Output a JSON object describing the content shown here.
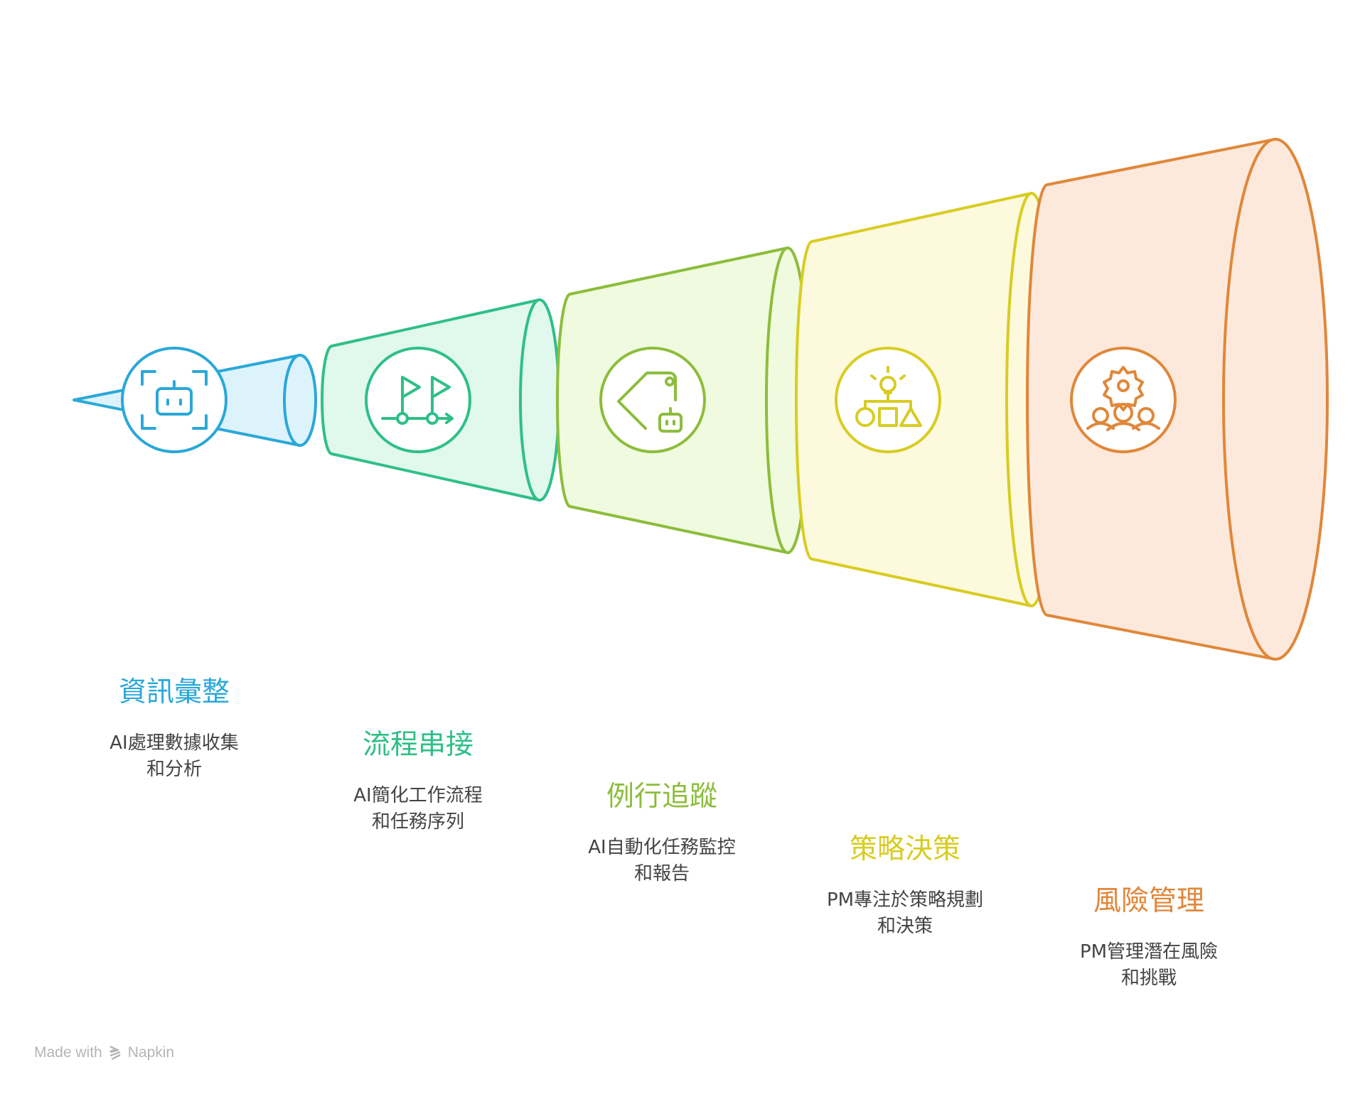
{
  "stages": [
    {
      "title": "資訊彙整",
      "desc_line1": "AI處理數據收集",
      "desc_line2": "和分析",
      "icon": "robot-scan-icon",
      "color": "#2aa8d8",
      "fill": "#ddf3fc"
    },
    {
      "title": "流程串接",
      "desc_line1": "AI簡化工作流程",
      "desc_line2": "和任務序列",
      "icon": "flags-flow-icon",
      "color": "#2fbf88",
      "fill": "#e0f8ee"
    },
    {
      "title": "例行追蹤",
      "desc_line1": "AI自動化任務監控",
      "desc_line2": "和報告",
      "icon": "tag-robot-icon",
      "color": "#8cbd3c",
      "fill": "#f0fade"
    },
    {
      "title": "策略決策",
      "desc_line1": "PM專注於策略規劃",
      "desc_line2": "和決策",
      "icon": "idea-shapes-icon",
      "color": "#d8cc22",
      "fill": "#fdf9dc"
    },
    {
      "title": "風險管理",
      "desc_line1": "PM管理潛在風險",
      "desc_line2": "和挑戰",
      "icon": "gear-team-icon",
      "color": "#e0873a",
      "fill": "#fde9dc"
    }
  ],
  "footer": {
    "made_with": "Made with",
    "brand": "Napkin"
  }
}
